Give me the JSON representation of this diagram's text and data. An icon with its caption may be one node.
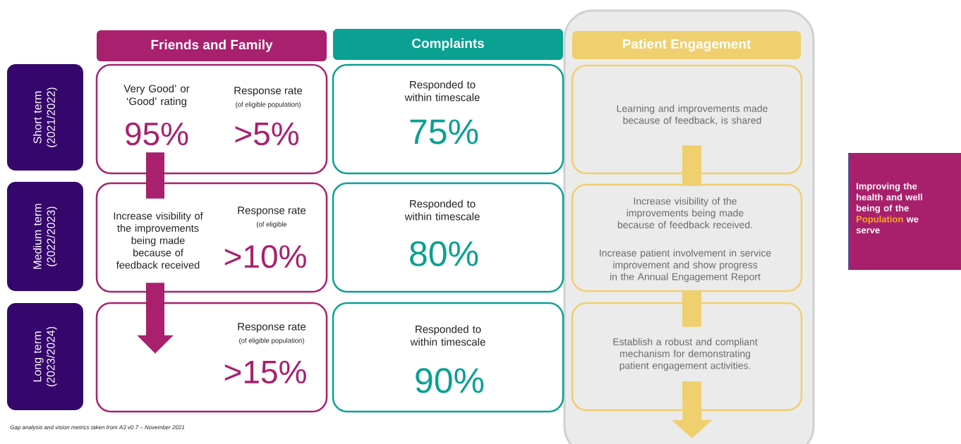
{
  "diagram": {
    "nodes": [
      {
        "text": [
          "Friends and Family"
        ]
      },
      {
        "text": [
          "Complaints"
        ]
      },
      {
        "text": [],
        "shape": "box"
      },
      {
        "text": [
          "Patient Engagement"
        ],
        "in": 2
      },
      {
        "text": [
          "Short term (2021/2022)"
        ]
      },
      {
        "text": [
          "Medium term (2022/2023)"
        ]
      },
      {
        "text": [
          "Long term (2023/2024)"
        ]
      },
      {
        "text": [
          "Very Good’ or ‘Good’ rating",
          "95%",
          "Response rate",
          "(of eligible population)",
          ">5%"
        ]
      },
      {
        "text": [
          "Increase visibility of the improvements being made because of feedback received",
          "Response rate",
          "(of eligible",
          ">10%"
        ]
      },
      {
        "text": [
          "Response rate",
          "(of eligible population)",
          ">15%"
        ]
      },
      {
        "text": [
          "Responded to within timescale",
          "75%"
        ]
      },
      {
        "text": [
          "Responded to within timescale",
          "80%"
        ]
      },
      {
        "text": [
          "Responded to within timescale",
          "90%"
        ]
      },
      {
        "text": [
          "Learning and improvements made because of feedback, is shared"
        ],
        "in": 2
      },
      {
        "text": [
          "Increase visibility of the improvements being made because of feedback received.",
          "Increase patient involvement in service improvement and show progress in the Annual Engagement Report"
        ],
        "in": 2
      },
      {
        "text": [
          "Establish a robust and compliant mechanism for demonstrating patient engagement activities."
        ],
        "in": 2
      },
      {
        "text": [
          "Improving the health and well being of the",
          "Population",
          "we serve"
        ]
      }
    ],
    "edges": [
      {
        "from": 7,
        "to": 8,
        "arrow": "none",
        "color": "#a8206e"
      },
      {
        "from": 8,
        "to": 9,
        "arrow": "to",
        "color": "#a8206e"
      },
      {
        "from": 13,
        "to": 14,
        "arrow": "none"
      },
      {
        "from": 14,
        "to": 15,
        "arrow": "none"
      },
      {
        "from": 15,
        "to": null,
        "arrow": "to"
      }
    ],
    "labels": [
      "Gap analysis and vision metrics taken from A3 v0.7 – November 2021"
    ]
  }
}
